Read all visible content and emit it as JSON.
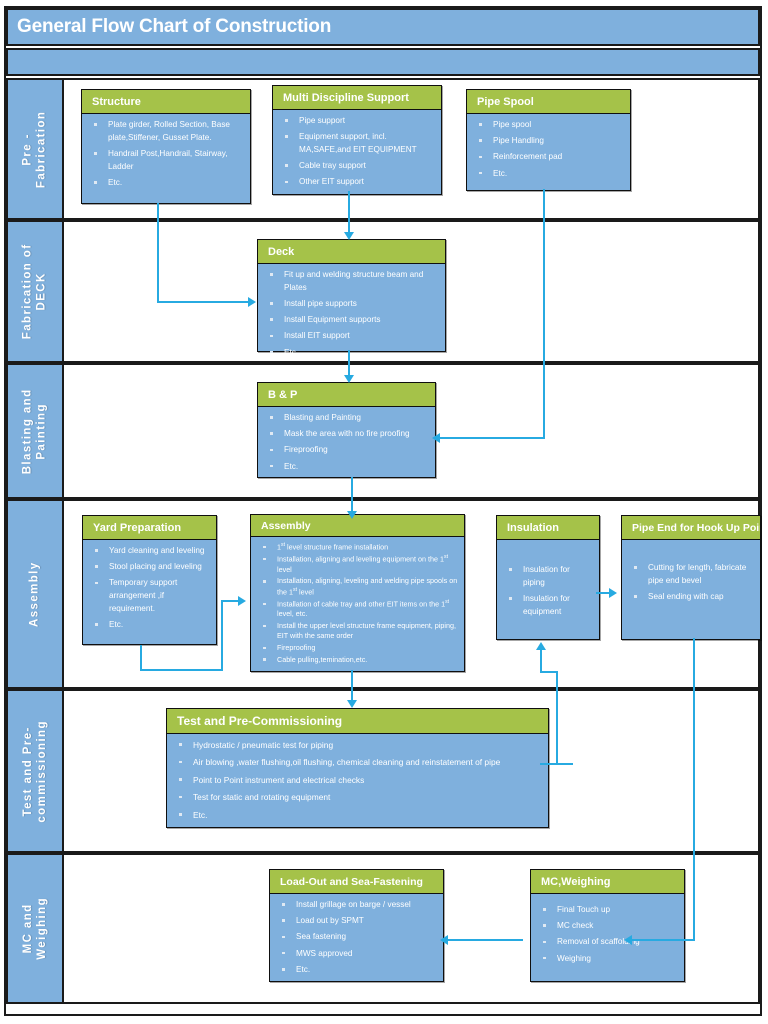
{
  "header": {
    "title": "General Flow Chart of Construction",
    "subbar_text": ""
  },
  "colors": {
    "lane_blue": "#7fb0dd",
    "box_body_blue": "#7fb0dd",
    "box_header_green": "#a5c249",
    "connector_blue": "#27aae1",
    "frame_black": "#1a1a1a",
    "text_white": "#ffffff"
  },
  "lanes": [
    {
      "id": "pre-fabrication",
      "label": "Pre -\nFabrication",
      "boxes": [
        {
          "id": "structure",
          "title": "Structure",
          "items": [
            "Plate girder, Rolled Section, Base plate,Stiffener, Gusset Plate.",
            "Handrail Post,Handrail, Stairway, Ladder",
            "Etc."
          ]
        },
        {
          "id": "multi-discipline-support",
          "title": "Multi Discipline Support",
          "items": [
            "Pipe support",
            "Equipment support, incl. MA,SAFE,and EIT EQUIPMENT",
            "Cable tray support",
            "Other EIT support"
          ]
        },
        {
          "id": "pipe-spool",
          "title": "Pipe Spool",
          "items": [
            "Pipe spool",
            "Pipe Handling",
            "Reinforcement pad",
            "Etc."
          ]
        }
      ]
    },
    {
      "id": "fabrication-of-deck",
      "label": "Fabrication of\nDECK",
      "boxes": [
        {
          "id": "deck",
          "title": "Deck",
          "items": [
            "Fit up and welding structure beam and Plates",
            "Install pipe supports",
            "Install Equipment supports",
            "Install EIT support",
            "Etc."
          ]
        }
      ]
    },
    {
      "id": "blasting-and-painting",
      "label": "Blasting and\nPainting",
      "boxes": [
        {
          "id": "b-and-p",
          "title": "B & P",
          "items": [
            "Blasting and Painting",
            "Mask the area with no fire proofing",
            "Fireproofing",
            "Etc."
          ]
        }
      ]
    },
    {
      "id": "assembly",
      "label": "Assembly",
      "boxes": [
        {
          "id": "yard-preparation",
          "title": "Yard Preparation",
          "items": [
            "Yard cleaning and leveling",
            "Stool placing and leveling",
            "Temporary support arrangement ,if requirement.",
            "Etc."
          ]
        },
        {
          "id": "assembly-box",
          "title": "Assembly",
          "items": [
            "1st level structure frame installation",
            "Installation, aligning and leveling equipment on the 1st level",
            "Installation, aligning, leveling and welding pipe spools on the 1st level",
            "Installation of cable tray and other EIT items on the 1st level, etc.",
            "Install the upper level structure frame equipment, piping, EIT with the same order",
            "Fireproofing",
            "Cable pulling,temination,etc."
          ]
        },
        {
          "id": "insulation",
          "title": "Insulation",
          "items": [
            "Insulation for piping",
            "Insulation for equipment"
          ]
        },
        {
          "id": "pipe-end-for-hook-up-point",
          "title": "Pipe End for Hook Up Point",
          "items": [
            "Cutting for length, fabricate pipe end bevel",
            "Seal ending with cap"
          ]
        }
      ]
    },
    {
      "id": "test-and-pre-commissioning",
      "label": "Test and Pre-\ncommissioning",
      "boxes": [
        {
          "id": "test-and-pre-commissioning-box",
          "title": "Test and Pre-Commissioning",
          "items": [
            "Hydrostatic / pneumatic test for piping",
            "Air blowing ,water flushing,oil flushing, chemical cleaning and reinstatement of pipe",
            "Point to Point instrument and electrical checks",
            "Test for static and rotating equipment",
            "Etc."
          ]
        }
      ]
    },
    {
      "id": "mc-and-weighing",
      "label": "MC and\nWeighing",
      "boxes": [
        {
          "id": "load-out-and-sea-fastening",
          "title": "Load-Out and Sea-Fastening",
          "items": [
            "Install grillage on barge / vessel",
            "Load out by SPMT",
            "Sea fastening",
            "MWS  approved",
            "Etc."
          ]
        },
        {
          "id": "mc-weighing",
          "title": "MC,Weighing",
          "items": [
            "Final Touch up",
            "MC check",
            "Removal of scaffolding",
            "Weighing"
          ]
        }
      ]
    }
  ],
  "connectors": [
    {
      "id": "structure-to-deck",
      "from": "structure",
      "to": "deck",
      "direction": "right"
    },
    {
      "id": "multi-discipline-support-to-deck",
      "from": "multi-discipline-support",
      "to": "deck",
      "direction": "down"
    },
    {
      "id": "pipe-spool-to-b-and-p",
      "from": "pipe-spool",
      "to": "b-and-p",
      "direction": "left"
    },
    {
      "id": "deck-to-b-and-p",
      "from": "deck",
      "to": "b-and-p",
      "direction": "down"
    },
    {
      "id": "b-and-p-to-assembly",
      "from": "b-and-p",
      "to": "assembly-box",
      "direction": "down"
    },
    {
      "id": "yard-preparation-to-assembly",
      "from": "yard-preparation",
      "to": "assembly-box",
      "direction": "right"
    },
    {
      "id": "insulation-to-pipe-end",
      "from": "insulation",
      "to": "pipe-end-for-hook-up-point",
      "direction": "right"
    },
    {
      "id": "assembly-to-test",
      "from": "assembly-box",
      "to": "test-and-pre-commissioning-box",
      "direction": "down"
    },
    {
      "id": "test-to-insulation",
      "from": "test-and-pre-commissioning-box",
      "to": "insulation",
      "direction": "up"
    },
    {
      "id": "pipe-end-to-mc-weighing",
      "from": "pipe-end-for-hook-up-point",
      "to": "mc-weighing",
      "direction": "left"
    },
    {
      "id": "mc-weighing-to-load-out",
      "from": "mc-weighing",
      "to": "load-out-and-sea-fastening",
      "direction": "left"
    }
  ]
}
